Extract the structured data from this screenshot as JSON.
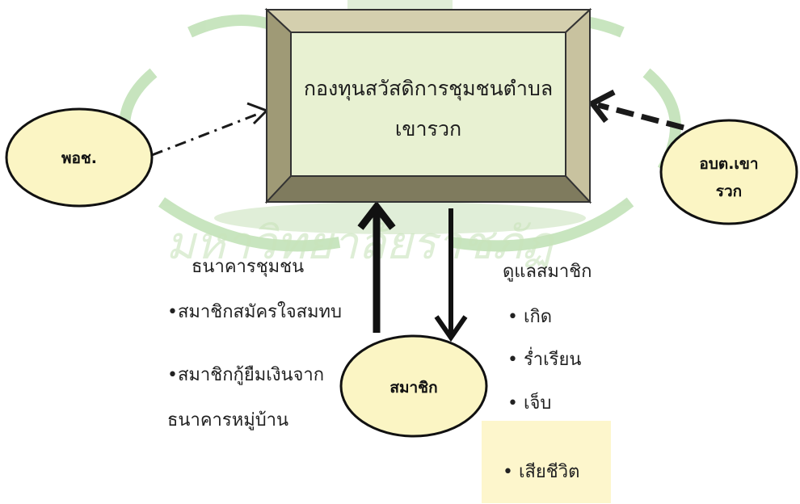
{
  "center": {
    "line1": "กองทุนสวัสดิการชุมชนตำบล",
    "line2": "เขารวก"
  },
  "left_oval": {
    "label": "พอช."
  },
  "right_oval": {
    "line1": "อบต.เขา",
    "line2": "รวก"
  },
  "bottom_oval": {
    "label": "สมาชิก"
  },
  "left_list": {
    "heading": "ธนาคารชุมชน",
    "item1": "•สมาชิกสมัครใจสมทบ",
    "item2_line1": "•สมาชิกกู้ยืมเงินจาก",
    "item2_line2": "ธนาคารหมู่บ้าน"
  },
  "right_list": {
    "heading": "ดูแลสมาชิก",
    "items": [
      "•  เกิด",
      "•  ร่ำเรียน",
      "•  เจ็บ"
    ],
    "highlight": "• เสียชีวิต"
  },
  "colors": {
    "oval_fill": "#fbf5c4",
    "box_fill": "#e8f1d2",
    "box_bevel": "#b7b089",
    "watermark": "#9bcf8a"
  },
  "icons": [
    "dashdot-arrow",
    "dashed-arrow",
    "up-arrow",
    "down-arrow"
  ]
}
